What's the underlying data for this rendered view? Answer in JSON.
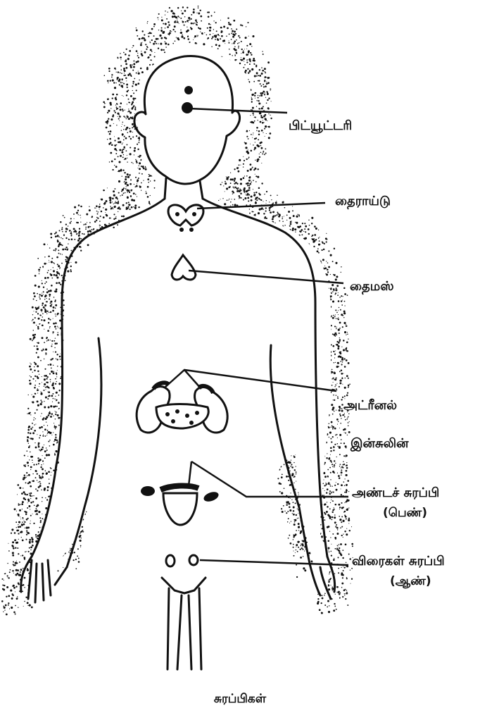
{
  "colors": {
    "ink": "#111111",
    "background": "#ffffff"
  },
  "labels": {
    "pituitary": "பிட்யூட்டரி",
    "thyroid": "தைராய்டு",
    "thymus": "தைமஸ்",
    "adrenal": "அட்ரீனல்",
    "insulin": "இன்சுலின்",
    "ovary": "அண்டச் சுரப்பி",
    "ovary_note": "(பெண்)",
    "testes": "விரைகள் சுரப்பி",
    "testes_note": "(ஆண்)"
  },
  "caption": "சுரப்பிகள்"
}
